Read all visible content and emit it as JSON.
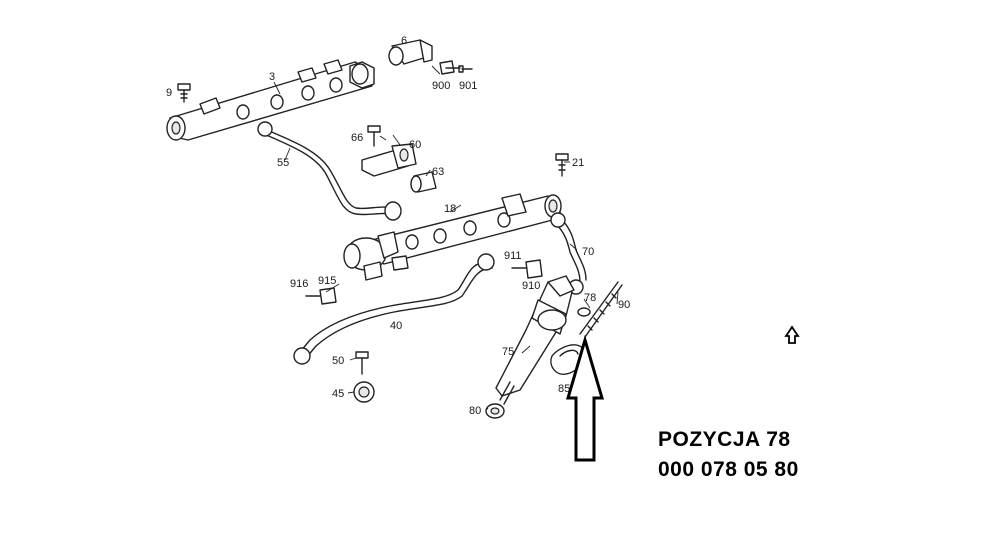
{
  "callouts": {
    "c3": "3",
    "c6": "6",
    "c9": "9",
    "c18": "18",
    "c21": "21",
    "c40": "40",
    "c45": "45",
    "c50": "50",
    "c55": "55",
    "c60": "60",
    "c63": "63",
    "c66": "66",
    "c70": "70",
    "c75": "75",
    "c78": "78",
    "c80": "80",
    "c85": "85",
    "c90": "90",
    "c900": "900",
    "c901": "901",
    "c910": "910",
    "c911": "911",
    "c915": "915",
    "c916": "916"
  },
  "caption": {
    "title": "POZYCJA 78",
    "part_number": "000 078 05 80"
  }
}
